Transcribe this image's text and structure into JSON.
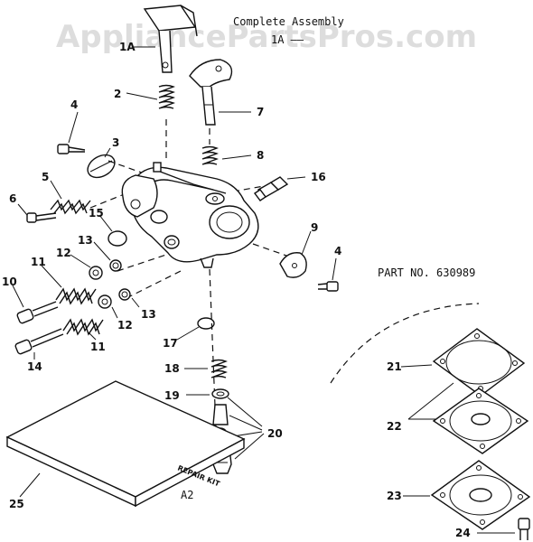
{
  "watermark": "AppliancePartsPros.com",
  "header": {
    "assembly_title": "Complete Assembly",
    "assembly_sub": "1A ——",
    "part_no": "PART NO. 630989"
  },
  "kit": {
    "label": "REPAIR KIT"
  },
  "callouts": {
    "c1a": "1A",
    "c2": "2",
    "c3": "3",
    "c4a": "4",
    "c4b": "4",
    "c5": "5",
    "c6": "6",
    "c7": "7",
    "c8": "8",
    "c9": "9",
    "c10": "10",
    "c11a": "11",
    "c11b": "11",
    "c12a": "12",
    "c12b": "12",
    "c13a": "13",
    "c13b": "13",
    "c14": "14",
    "c15": "15",
    "c16": "16",
    "c17": "17",
    "c18": "18",
    "c19": "19",
    "c20": "20",
    "c21": "21",
    "c22": "22",
    "c23": "23",
    "c24": "24",
    "c25": "25",
    "a2": "A2"
  }
}
